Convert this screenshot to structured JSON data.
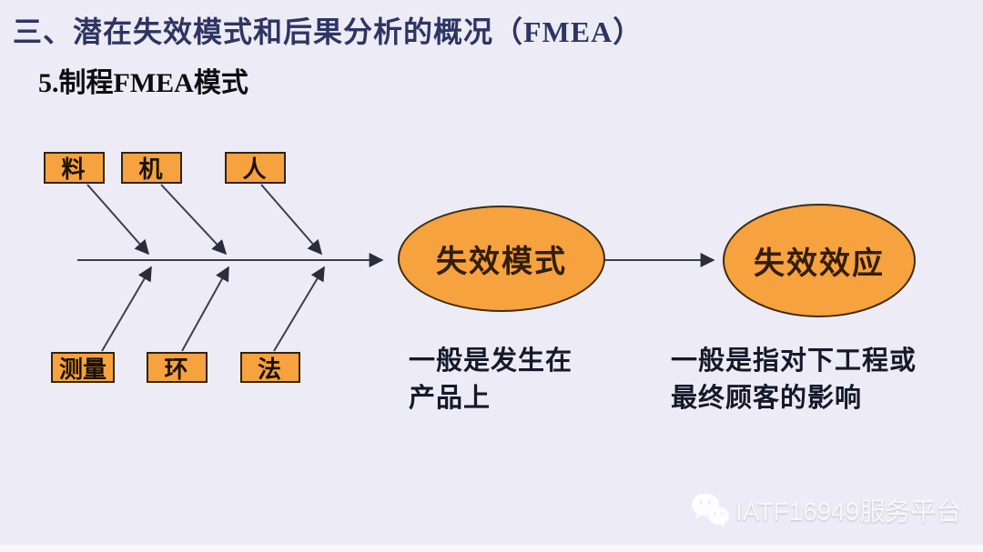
{
  "slide": {
    "title": "三、潜在失效模式和后果分析的概况（FMEA）",
    "subtitle": "5.制程FMEA模式"
  },
  "diagram": {
    "type": "fishbone-flow",
    "top_boxes": [
      {
        "label": "料"
      },
      {
        "label": "机"
      },
      {
        "label": "人"
      }
    ],
    "bottom_boxes": [
      {
        "label": "测量"
      },
      {
        "label": "环"
      },
      {
        "label": "法"
      }
    ],
    "nodes": [
      {
        "label": "失效模式",
        "caption_lines": [
          "一般是发生在",
          "产品上"
        ]
      },
      {
        "label": "失效效应",
        "caption_lines": [
          "一般是指对下工程或",
          "最终顾客的影响"
        ]
      }
    ],
    "colors": {
      "background": "#edecf6",
      "title_text": "#2e3563",
      "box_fill": "#f6a23f",
      "box_border": "#33230f",
      "ellipse_text": "#331d06",
      "line": "#3d3d52",
      "caption_text": "#15192b"
    }
  },
  "watermark": {
    "icon": "wechat-icon",
    "text": "IATF16949服务平台"
  }
}
